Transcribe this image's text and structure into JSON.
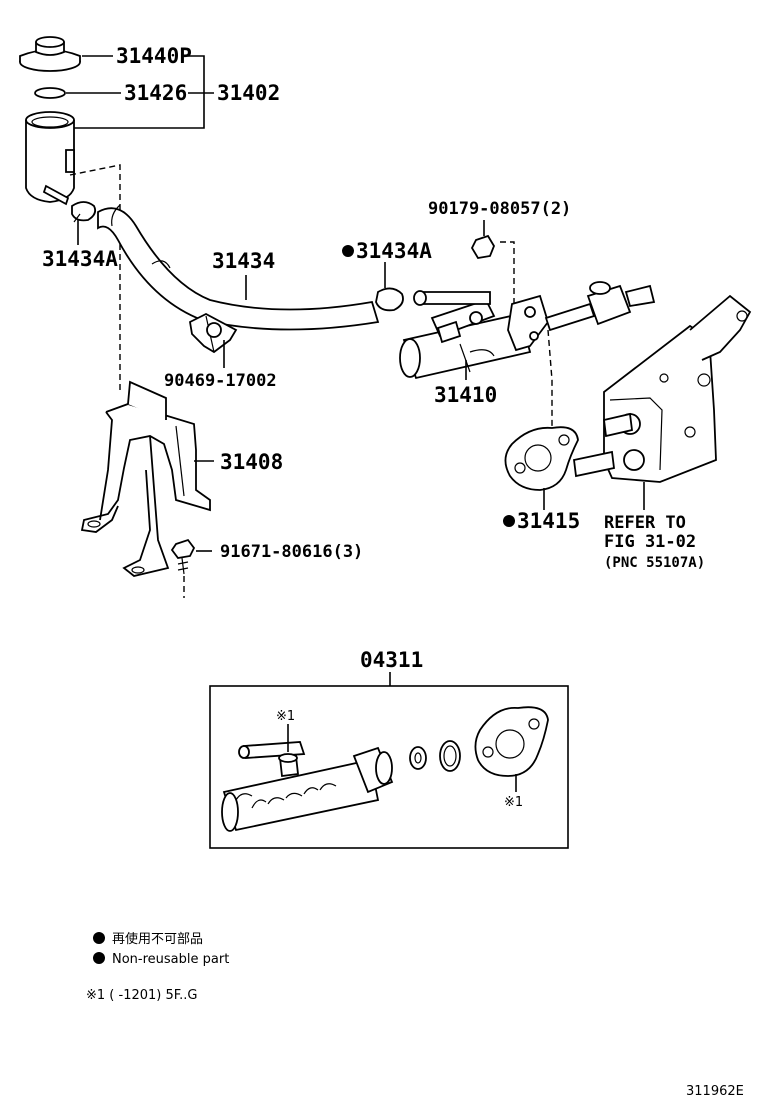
{
  "callouts": {
    "p31440P": "31440P",
    "p31426": "31426",
    "p31402": "31402",
    "p31434A_left": "31434A",
    "p31434": "31434",
    "p31434A_right": "31434A",
    "p90179": "90179-08057(2)",
    "p90469": "90469-17002",
    "p31410": "31410",
    "p31408": "31408",
    "p31415": "31415",
    "p91671": "91671-80616(3)",
    "refer1": "REFER TO",
    "refer2": "FIG 31-02",
    "refer3": "(PNC 55107A)",
    "kit": "04311",
    "kit_mark1": "※1",
    "kit_mark2": "※1"
  },
  "legend": {
    "line1": "再使用不可部品",
    "line2": "Non-reusable part",
    "footnote": "※1 (      -1201) 5F..G"
  },
  "figure_id": "311962E"
}
